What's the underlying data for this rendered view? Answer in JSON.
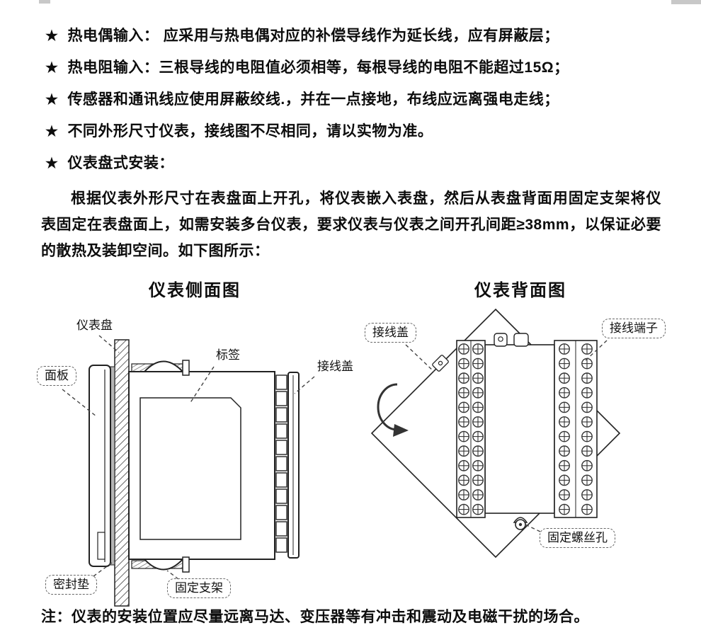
{
  "page": {
    "background": "#ffffff",
    "text_color": "#0d0d0d"
  },
  "bullets": {
    "marker": "★",
    "items": [
      "热电偶输入： 应采用与热电偶对应的补偿导线作为延长线，应有屏蔽层；",
      "热电阻输入：三根导线的电阻值必须相等，每根导线的电阻不能超过15Ω；",
      "传感器和通讯线应使用屏蔽绞线.，并在一点接地，布线应远离强电走线；",
      "不同外形尺寸仪表，接线图不尽相同，请以实物为准。",
      "仪表盘式安装："
    ]
  },
  "paragraph": "根据仪表外形尺寸在表盘面上开孔，将仪表嵌入表盘，然后从表盘背面用固定支架将仪表固定在表盘面上，如需安装多台仪表，要求仪表与仪表之间开孔间距≥38mm，以保证必要的散热及装卸空间。如下图所示：",
  "side_view": {
    "title": "仪表侧面图",
    "labels": {
      "panel_board": "仪表盘",
      "tag": "标签",
      "wiring_cover": "接线盖",
      "front_panel": "面板",
      "gasket": "密封垫",
      "bracket": "固定支架"
    }
  },
  "back_view": {
    "title": "仪表背面图",
    "labels": {
      "wiring_cover": "接线盖",
      "terminal": "接线端子",
      "screw_hole": "固定螺丝孔"
    }
  },
  "note": "注：仪表的安装位置应尽量远离马达、变压器等有冲击和震动及电磁干扰的场合。"
}
